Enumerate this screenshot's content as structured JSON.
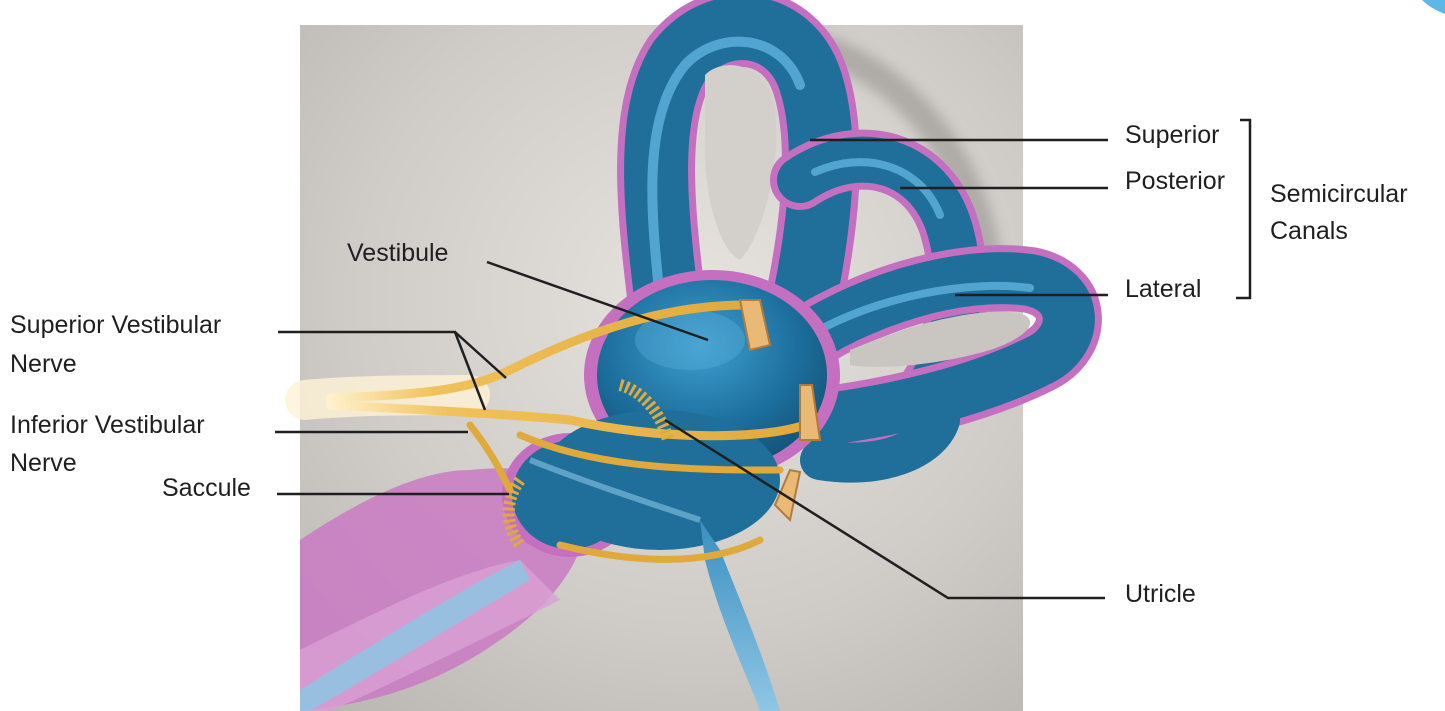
{
  "labels": {
    "superior": "Superior",
    "posterior": "Posterior",
    "lateral": "Lateral",
    "semicircular_line1": "Semicircular",
    "semicircular_line2": "Canals",
    "vestibule": "Vestibule",
    "superior_vestibular_line1": "Superior Vestibular",
    "superior_vestibular_line2": "Nerve",
    "inferior_vestibular_line1": "Inferior Vestibular",
    "inferior_vestibular_line2": "Nerve",
    "saccule": "Saccule",
    "utricle": "Utricle"
  },
  "colors": {
    "background_panel": "#c8c5c1",
    "canal_blue": "#1f6f9a",
    "canal_highlight": "#4fa3cc",
    "membrane_purple": "#c46fbf",
    "nerve_yellow": "#e8b84a",
    "leader_line": "#1f1f1f"
  }
}
